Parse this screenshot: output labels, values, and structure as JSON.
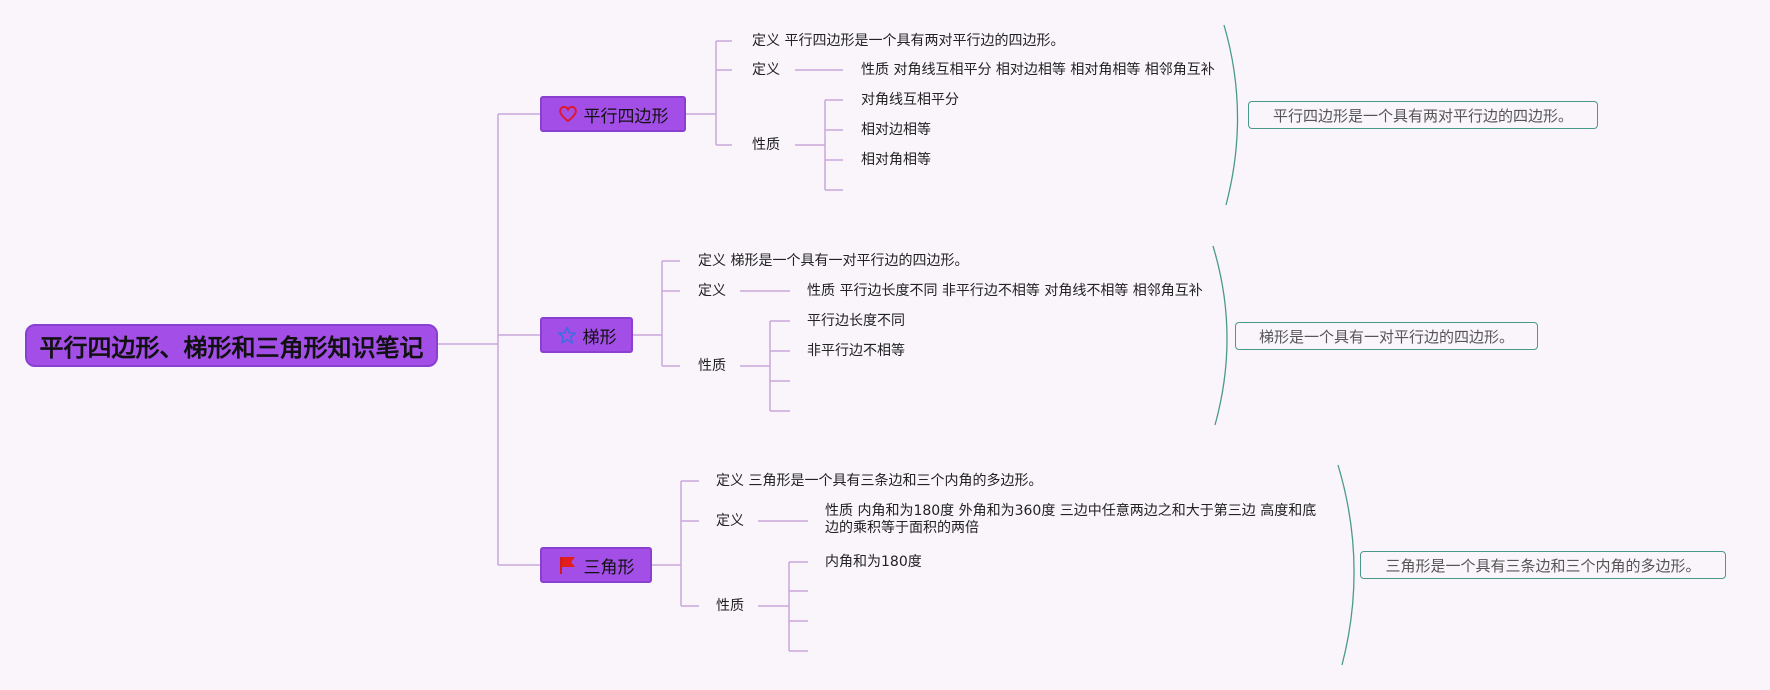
{
  "root": {
    "title": "平行四边形、梯形和三角形知识笔记"
  },
  "branches": [
    {
      "title": "平行四边形",
      "icon": "heart-icon",
      "definition_line": "定义 平行四边形是一个具有两对平行边的四边形。",
      "definition_label": "定义",
      "property_line": "性质 对角线互相平分 相对边相等 相对角相等 相邻角互补",
      "properties_label": "性质",
      "properties": [
        "对角线互相平分",
        "相对边相等",
        "相对角相等",
        ""
      ],
      "summary": "平行四边形是一个具有两对平行边的四边形。"
    },
    {
      "title": "梯形",
      "icon": "star-icon",
      "definition_line": "定义 梯形是一个具有一对平行边的四边形。",
      "definition_label": "定义",
      "property_line": "性质 平行边长度不同 非平行边不相等 对角线不相等 相邻角互补",
      "properties_label": "性质",
      "properties": [
        "平行边长度不同",
        "非平行边不相等",
        "",
        ""
      ],
      "summary": "梯形是一个具有一对平行边的四边形。"
    },
    {
      "title": "三角形",
      "icon": "flag-icon",
      "definition_line": "定义 三角形是一个具有三条边和三个内角的多边形。",
      "definition_label": "定义",
      "property_line": "性质 内角和为180度 外角和为360度 三边中任意两边之和大于第三边 高度和底边的乘积等于面积的两倍",
      "properties_label": "性质",
      "properties": [
        "内角和为180度",
        "",
        "",
        ""
      ],
      "summary": "三角形是一个具有三条边和三个内角的多边形。"
    }
  ],
  "colors": {
    "connector": "#c9a6dd",
    "node_fill": "#a34ee7",
    "summary_border": "#4a9a8c",
    "background": "#f9f5fb"
  }
}
